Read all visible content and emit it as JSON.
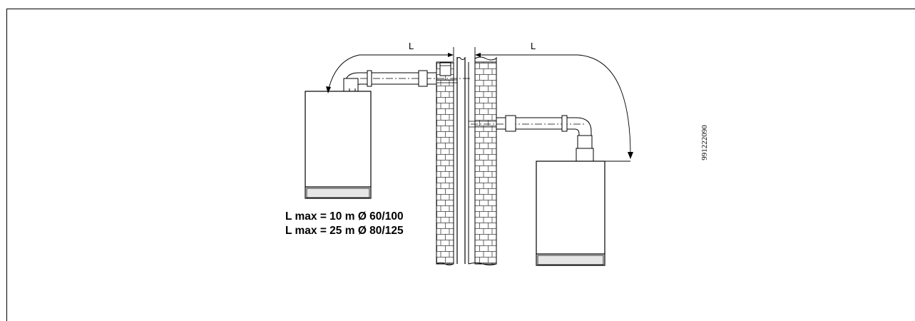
{
  "dimension_labels": {
    "left": "L",
    "right": "L"
  },
  "specs": [
    "L max = 10 m Ø 60/100",
    "L max = 25 m Ø 80/125"
  ],
  "drawing_number": "991222090"
}
